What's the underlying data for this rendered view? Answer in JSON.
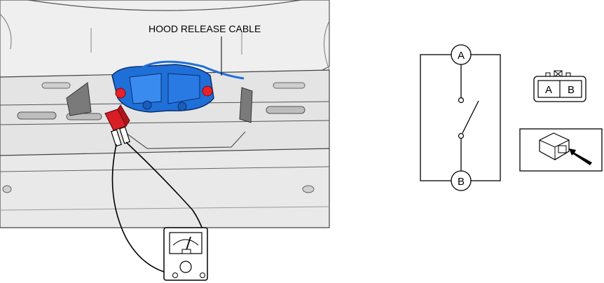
{
  "illustration": {
    "callout_label": "HOOD RELEASE CABLE",
    "colors": {
      "latch": "#1f6fd8",
      "bolts": "#e8202a",
      "connector": "#d81f26",
      "body_panel": "#e6e6e6",
      "body_shadow": "#b5b5b5"
    }
  },
  "schematic": {
    "terminal_top": "A",
    "terminal_bottom": "B"
  },
  "connector_face": {
    "pin_left": "A",
    "pin_right": "B"
  },
  "icons": {
    "meter": "ohmmeter-icon",
    "connector_view": "connector-view-arrow-icon"
  }
}
